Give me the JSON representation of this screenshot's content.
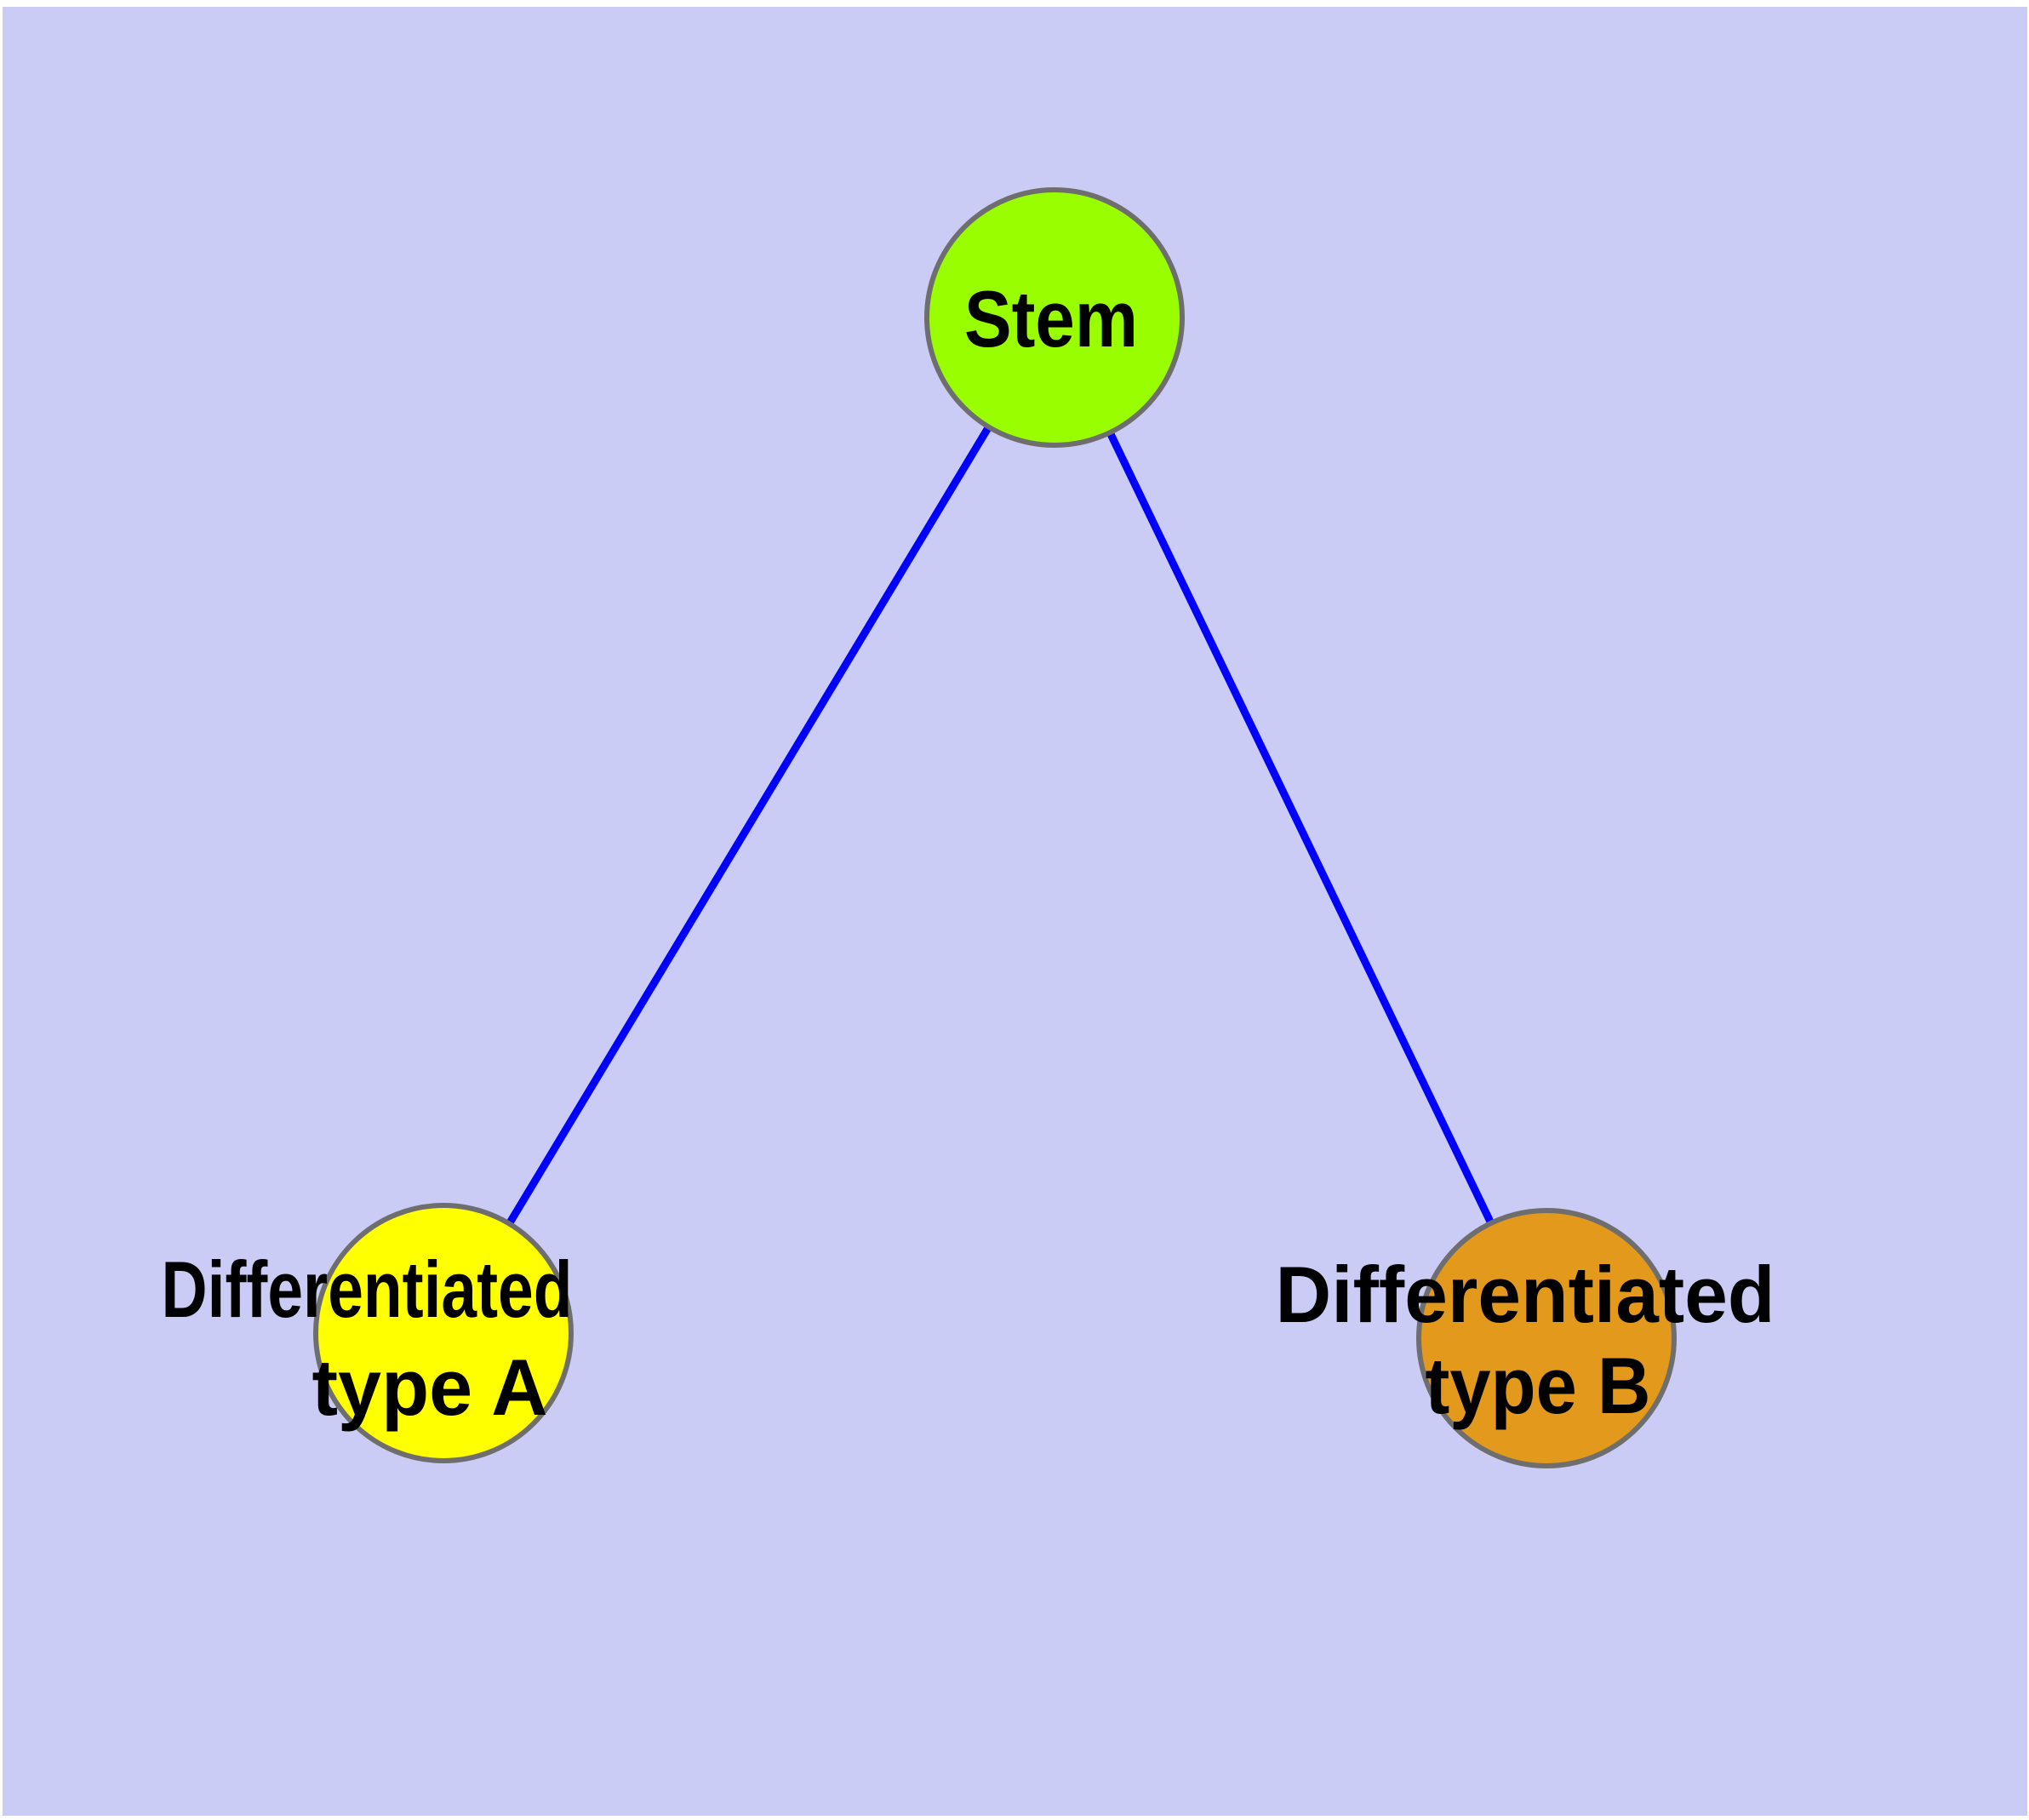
{
  "diagram": {
    "type": "node-link-graph",
    "background_color": "#ffffff",
    "panel_color": "#cbccf6",
    "edge_color": "#0000ff",
    "node_border_color": "#6e6e6e",
    "label_color": "#000000",
    "nodes": [
      {
        "id": "stem",
        "label": "Stem",
        "lines": [
          "Stem"
        ],
        "fill": "#99fe00",
        "role": "root-node"
      },
      {
        "id": "type-a",
        "label": "Differentiated type A",
        "lines": [
          "Differentiated",
          "type A"
        ],
        "fill": "#ffff00",
        "role": "leaf-node"
      },
      {
        "id": "type-b",
        "label": "Differentiated type B",
        "lines": [
          "Differentiated",
          "type B"
        ],
        "fill": "#e2991c",
        "role": "leaf-node"
      }
    ],
    "edges": [
      {
        "from": "Stem",
        "to": "Differentiated type A"
      },
      {
        "from": "Stem",
        "to": "Differentiated type B"
      }
    ]
  }
}
